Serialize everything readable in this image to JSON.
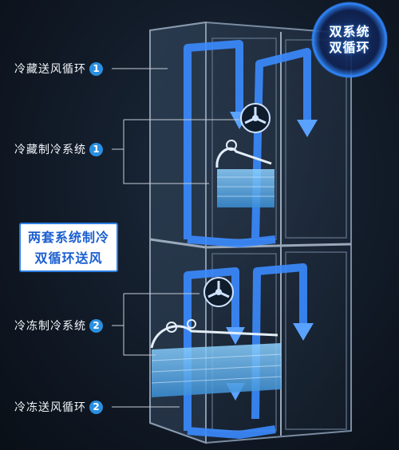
{
  "badge": {
    "line1": "双系统",
    "line2": "双循环"
  },
  "feature_box": {
    "line1": "两套系统制冷",
    "line2": "双循环送风"
  },
  "callouts": [
    {
      "label": "冷藏送风循环",
      "num": "1"
    },
    {
      "label": "冷藏制冷系统",
      "num": "1"
    },
    {
      "label": "冷冻制冷系统",
      "num": "2"
    },
    {
      "label": "冷冻送风循环",
      "num": "2"
    }
  ],
  "colors": {
    "accent": "#2a8fe0",
    "arrow": "#3b8bff",
    "box_border": "#2d7fe3",
    "box_text": "#1b5fd0"
  }
}
